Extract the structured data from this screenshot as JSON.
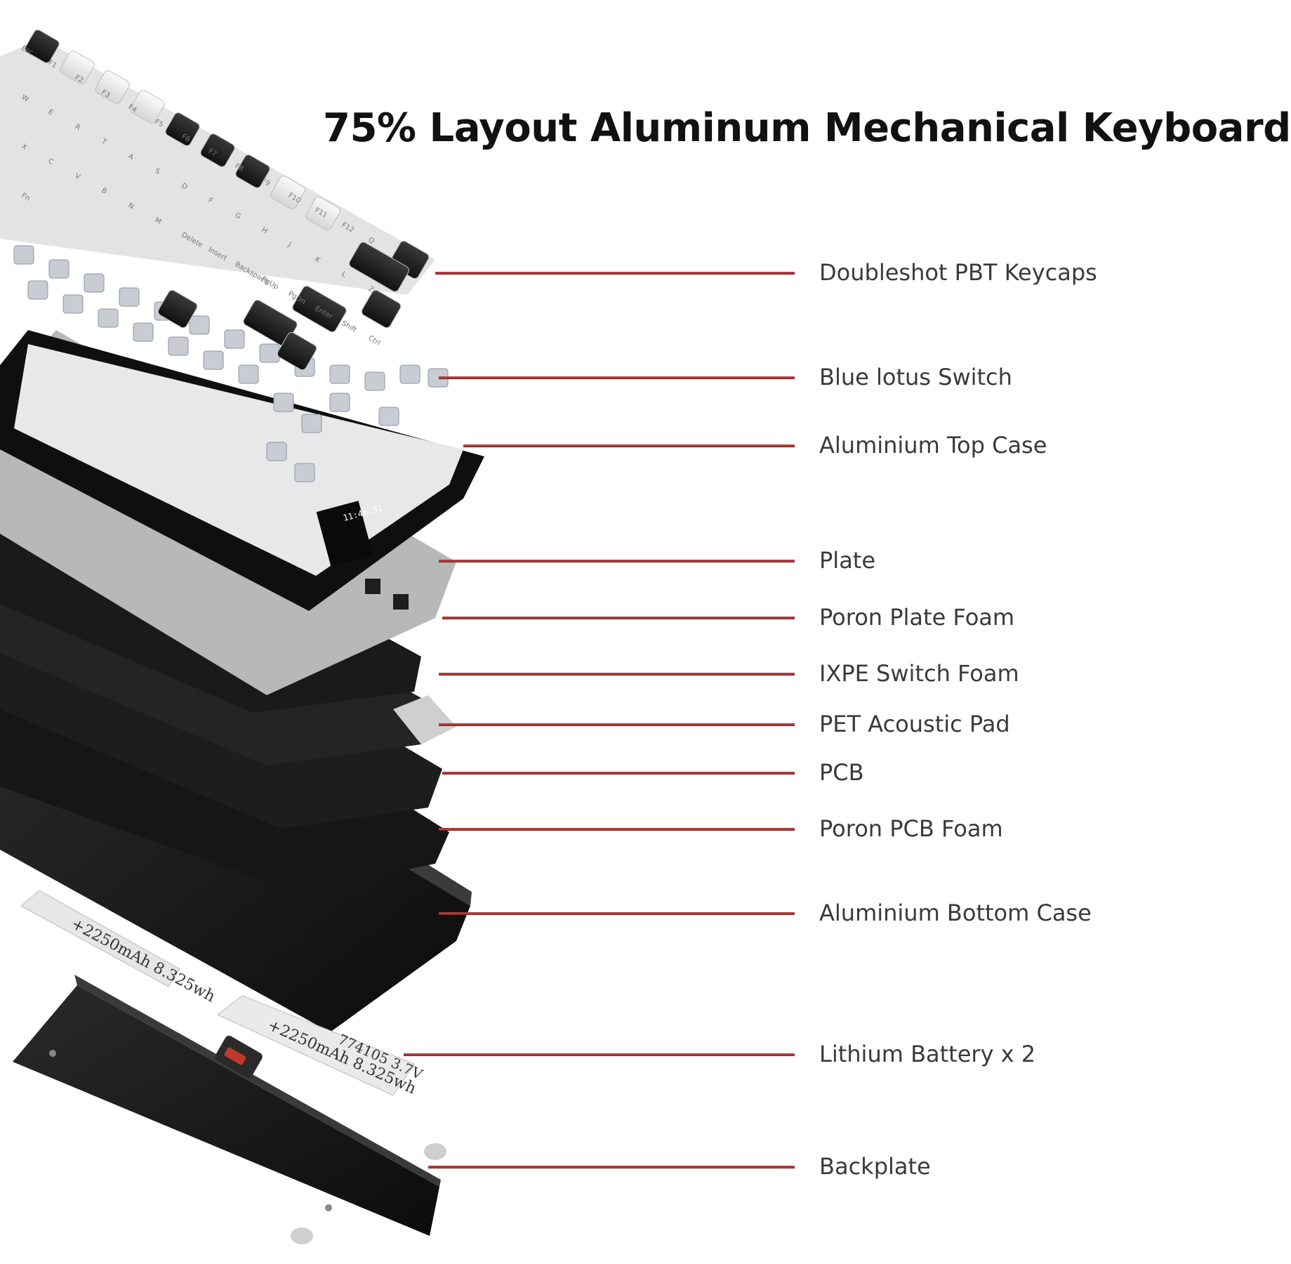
{
  "title": "75% Layout Aluminum Mechanical Keyboard",
  "accent_color": "#b33a3a",
  "key_legends": [
    "Esc",
    "F1",
    "F2",
    "F3",
    "F4",
    "F5",
    "F6",
    "F7",
    "F8",
    "F9",
    "F10",
    "F11",
    "F12",
    "Q",
    "W",
    "E",
    "R",
    "T",
    "A",
    "S",
    "D",
    "F",
    "G",
    "H",
    "J",
    "K",
    "L",
    "Z",
    "X",
    "C",
    "V",
    "B",
    "N",
    "M",
    "Delete",
    "Insert",
    "Backspace",
    "PgUp",
    "PgDn",
    "Enter",
    "Shift",
    "Ctrl",
    "Fn"
  ],
  "screen_time": "11:46:31",
  "battery_labels": [
    "+2250mAh 8.325wh",
    "+2250mAh 8.325wh",
    "774105 3.7V"
  ],
  "components": [
    {
      "label": "Doubleshot PBT Keycaps"
    },
    {
      "label": "Blue lotus Switch"
    },
    {
      "label": "Aluminium Top Case"
    },
    {
      "label": "Plate"
    },
    {
      "label": "Poron Plate Foam"
    },
    {
      "label": "IXPE Switch Foam"
    },
    {
      "label": "PET Acoustic Pad"
    },
    {
      "label": "PCB"
    },
    {
      "label": "Poron PCB Foam"
    },
    {
      "label": "Aluminium Bottom Case"
    },
    {
      "label": "Lithium Battery x 2"
    },
    {
      "label": "Backplate"
    }
  ]
}
